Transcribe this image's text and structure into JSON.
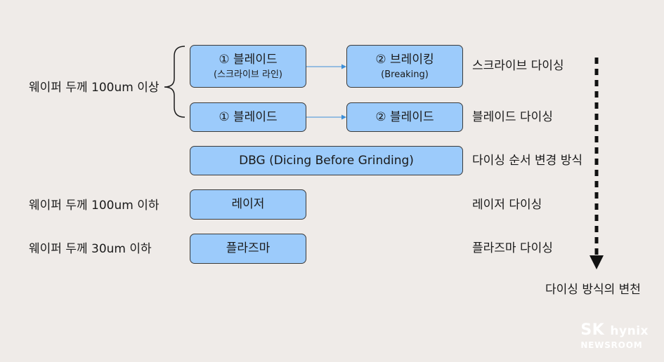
{
  "left_labels": {
    "thick": "웨이퍼 두께 100um 이상",
    "thin100": "웨이퍼 두께 100um 이하",
    "thin30": "웨이퍼 두께 30um 이하"
  },
  "boxes": {
    "row1_step1": {
      "title": "① 블레이드",
      "sub": "(스크라이브 라인)"
    },
    "row1_step2": {
      "title": "② 브레이킹",
      "sub": "(Breaking)"
    },
    "row2_step1": {
      "title": "① 블레이드"
    },
    "row2_step2": {
      "title": "② 블레이드"
    },
    "dbg": {
      "title": "DBG (Dicing Before Grinding)"
    },
    "laser": {
      "title": "레이저"
    },
    "plasma": {
      "title": "플라즈마"
    }
  },
  "method_labels": {
    "scribe": "스크라이브 다이싱",
    "blade": "블레이드 다이싱",
    "dbg": "다이싱 순서 변경 방식",
    "laser": "레이저 다이싱",
    "plasma": "플라즈마 다이싱"
  },
  "timeline_label": "다이싱 방식의 변천",
  "logo": {
    "brand": "SK",
    "product": "hynix",
    "sub": "NEWSROOM"
  },
  "colors": {
    "box_fill": "#9ccbfb",
    "arrow": "#3c8fd8",
    "background": "#efebe8"
  }
}
